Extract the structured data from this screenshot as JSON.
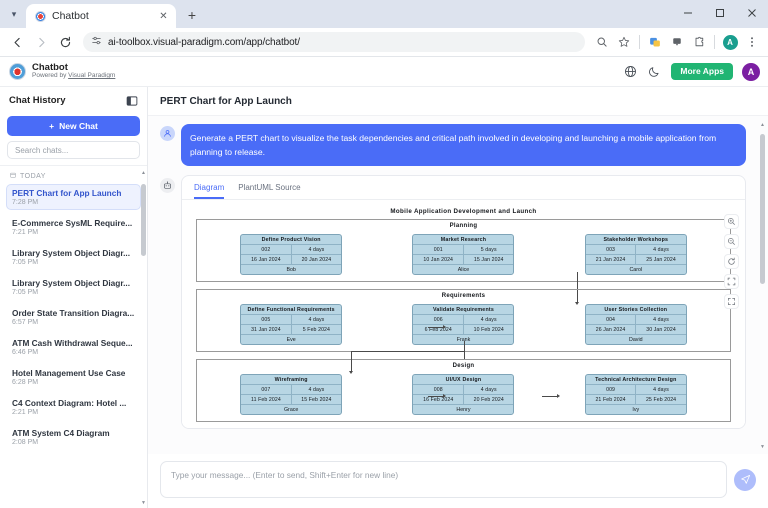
{
  "browser": {
    "tab": {
      "title": "Chatbot",
      "favicon": "visual-paradigm-favicon",
      "close": "✕"
    },
    "newtab_label": "+",
    "window": {
      "minimize": "—",
      "maximize": "▢",
      "close": "✕"
    },
    "nav": {
      "back": "←",
      "forward": "→",
      "reload": "⟳"
    },
    "omnibox": {
      "url": "ai-toolbox.visual-paradigm.com/app/chatbot/",
      "site_settings_icon": "tune-icon"
    },
    "toolbar": {
      "zoom_icon": "search-icon",
      "bookmark_icon": "star-icon",
      "split_icon": "split-screen-icon",
      "clipboard_icon": "clipboard-icon",
      "extensions_icon": "extensions-icon",
      "profile_initial": "A",
      "menu_icon": "kebab-menu-icon"
    }
  },
  "app_header": {
    "brand_name": "Chatbot",
    "powered_prefix": "Powered by ",
    "powered_link": "Visual Paradigm",
    "globe_icon": "globe-icon",
    "theme_icon": "moon-icon",
    "more_apps_label": "More Apps",
    "avatar_initial": "A"
  },
  "sidebar": {
    "title": "Chat History",
    "collapse_icon": "panel-collapse-icon",
    "new_chat_label": "New Chat",
    "new_chat_plus": "+",
    "search_placeholder": "Search chats...",
    "group_label": "TODAY",
    "group_icon": "calendar-icon",
    "items": [
      {
        "name": "PERT Chart for App Launch",
        "time": "7:28 PM",
        "active": true
      },
      {
        "name": "E-Commerce SysML Require...",
        "time": "7:21 PM",
        "active": false
      },
      {
        "name": "Library System Object Diagr...",
        "time": "7:05 PM",
        "active": false
      },
      {
        "name": "Library System Object Diagr...",
        "time": "7:05 PM",
        "active": false
      },
      {
        "name": "Order State Transition Diagra...",
        "time": "6:57 PM",
        "active": false
      },
      {
        "name": "ATM Cash Withdrawal Seque...",
        "time": "6:46 PM",
        "active": false
      },
      {
        "name": "Hotel Management Use Case",
        "time": "6:28 PM",
        "active": false
      },
      {
        "name": "C4 Context Diagram: Hotel ...",
        "time": "2:21 PM",
        "active": false
      },
      {
        "name": "ATM System C4 Diagram",
        "time": "2:08 PM",
        "active": false
      }
    ]
  },
  "main": {
    "page_title": "PERT Chart for App Launch",
    "user_message": "Generate a PERT chart to visualize the task dependencies and critical path involved in developing and launching a mobile application from planning to release.",
    "user_avatar_icon": "user-icon",
    "bot_avatar_icon": "robot-icon",
    "tabs": [
      {
        "label": "Diagram",
        "active": true
      },
      {
        "label": "PlantUML Source",
        "active": false
      }
    ],
    "zoom_controls": [
      {
        "icon": "zoom-in-icon",
        "glyph": "⊕"
      },
      {
        "icon": "zoom-out-icon",
        "glyph": "⊖"
      },
      {
        "icon": "reset-rotate-icon",
        "glyph": "⟲"
      },
      {
        "icon": "fit-screen-icon",
        "glyph": "⛶"
      },
      {
        "icon": "fullscreen-icon",
        "glyph": "⤢"
      }
    ],
    "composer": {
      "placeholder": "Type your message... (Enter to send, Shift+Enter for new line)",
      "send_icon": "send-icon"
    }
  },
  "chart_data": {
    "type": "diagram",
    "diagram_kind": "PERT chart",
    "title": "Mobile Application Development and Launch",
    "phases": [
      {
        "name": "Planning",
        "tasks": [
          {
            "name": "Define Product Vision",
            "id": "002",
            "duration": "4 days",
            "start": "16 Jan 2024",
            "end": "20 Jan 2024",
            "owner": "Bob"
          },
          {
            "name": "Market Research",
            "id": "001",
            "duration": "5 days",
            "start": "10 Jan 2024",
            "end": "15 Jan 2024",
            "owner": "Alice"
          },
          {
            "name": "Stakeholder Workshops",
            "id": "003",
            "duration": "4 days",
            "start": "21 Jan 2024",
            "end": "25 Jan 2024",
            "owner": "Carol"
          }
        ]
      },
      {
        "name": "Requirements",
        "tasks": [
          {
            "name": "Define Functional Requirements",
            "id": "005",
            "duration": "4 days",
            "start": "31 Jan 2024",
            "end": "5 Feb 2024",
            "owner": "Eve"
          },
          {
            "name": "Validate Requirements",
            "id": "006",
            "duration": "4 days",
            "start": "6 Feb 2024",
            "end": "10 Feb 2024",
            "owner": "Frank"
          },
          {
            "name": "User Stories Collection",
            "id": "004",
            "duration": "4 days",
            "start": "26 Jan 2024",
            "end": "30 Jan 2024",
            "owner": "David"
          }
        ]
      },
      {
        "name": "Design",
        "tasks": [
          {
            "name": "Wireframing",
            "id": "007",
            "duration": "4 days",
            "start": "11 Feb 2024",
            "end": "15 Feb 2024",
            "owner": "Grace"
          },
          {
            "name": "UI/UX Design",
            "id": "008",
            "duration": "4 days",
            "start": "16 Feb 2024",
            "end": "20 Feb 2024",
            "owner": "Henry"
          },
          {
            "name": "Technical Architecture Design",
            "id": "009",
            "duration": "4 days",
            "start": "21 Feb 2024",
            "end": "25 Feb 2024",
            "owner": "Ivy"
          }
        ]
      }
    ],
    "node_fill": "#b8d6e4",
    "node_stroke": "#7ea4b8",
    "accent": "#4a6cf7"
  }
}
